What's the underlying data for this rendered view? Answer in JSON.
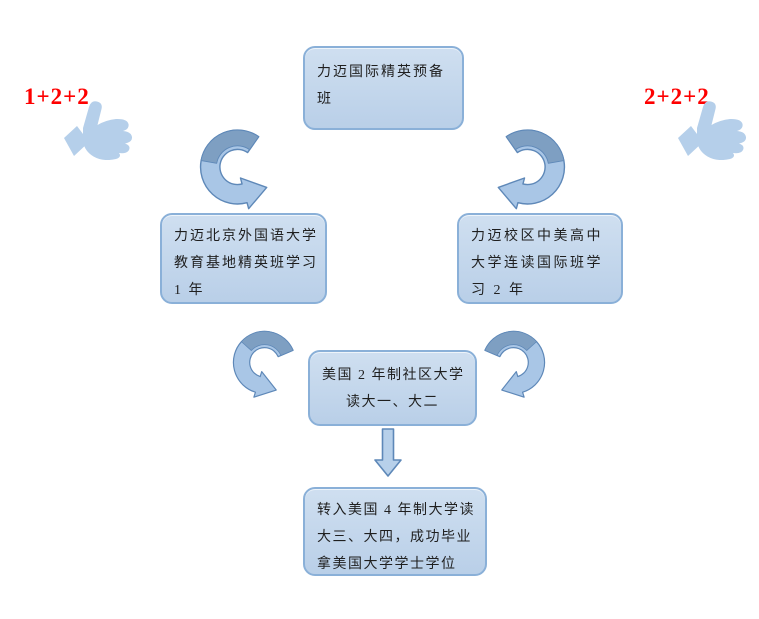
{
  "colors": {
    "box-fill-top": "#cfdff0",
    "box-fill-bottom": "#b9cfe8",
    "box-border": "#8ab0d8",
    "arrow-light": "#a9c6e6",
    "arrow-dark": "#7e9fc2",
    "arrow-stroke": "#5e88b8",
    "straight-arrow-fill": "#b7d0ea",
    "thumb-fill": "#b5cfea",
    "text-color": "#1f1f1f",
    "formula-red": "#fe0000"
  },
  "formulas": {
    "left": "1+2+2",
    "right": "2+2+2"
  },
  "flowchart": {
    "top": {
      "lines": [
        "力迈国际精英预备",
        "班"
      ]
    },
    "left": {
      "lines": [
        "力迈北京外国语大学",
        "教育基地精英班学习",
        "1 年"
      ]
    },
    "right": {
      "lines": [
        "力迈校区中美高中",
        "大学连读国际班学",
        "习 2 年"
      ]
    },
    "middle": {
      "lines": [
        "美国 2 年制社区大学",
        "读大一、大二"
      ]
    },
    "bottom": {
      "lines": [
        "转入美国 4 年制大学读",
        "大三、大四，成功毕业",
        "拿美国大学学士学位"
      ]
    }
  },
  "icons": {
    "left": "thumbs-up-icon",
    "right": "thumbs-up-icon"
  }
}
